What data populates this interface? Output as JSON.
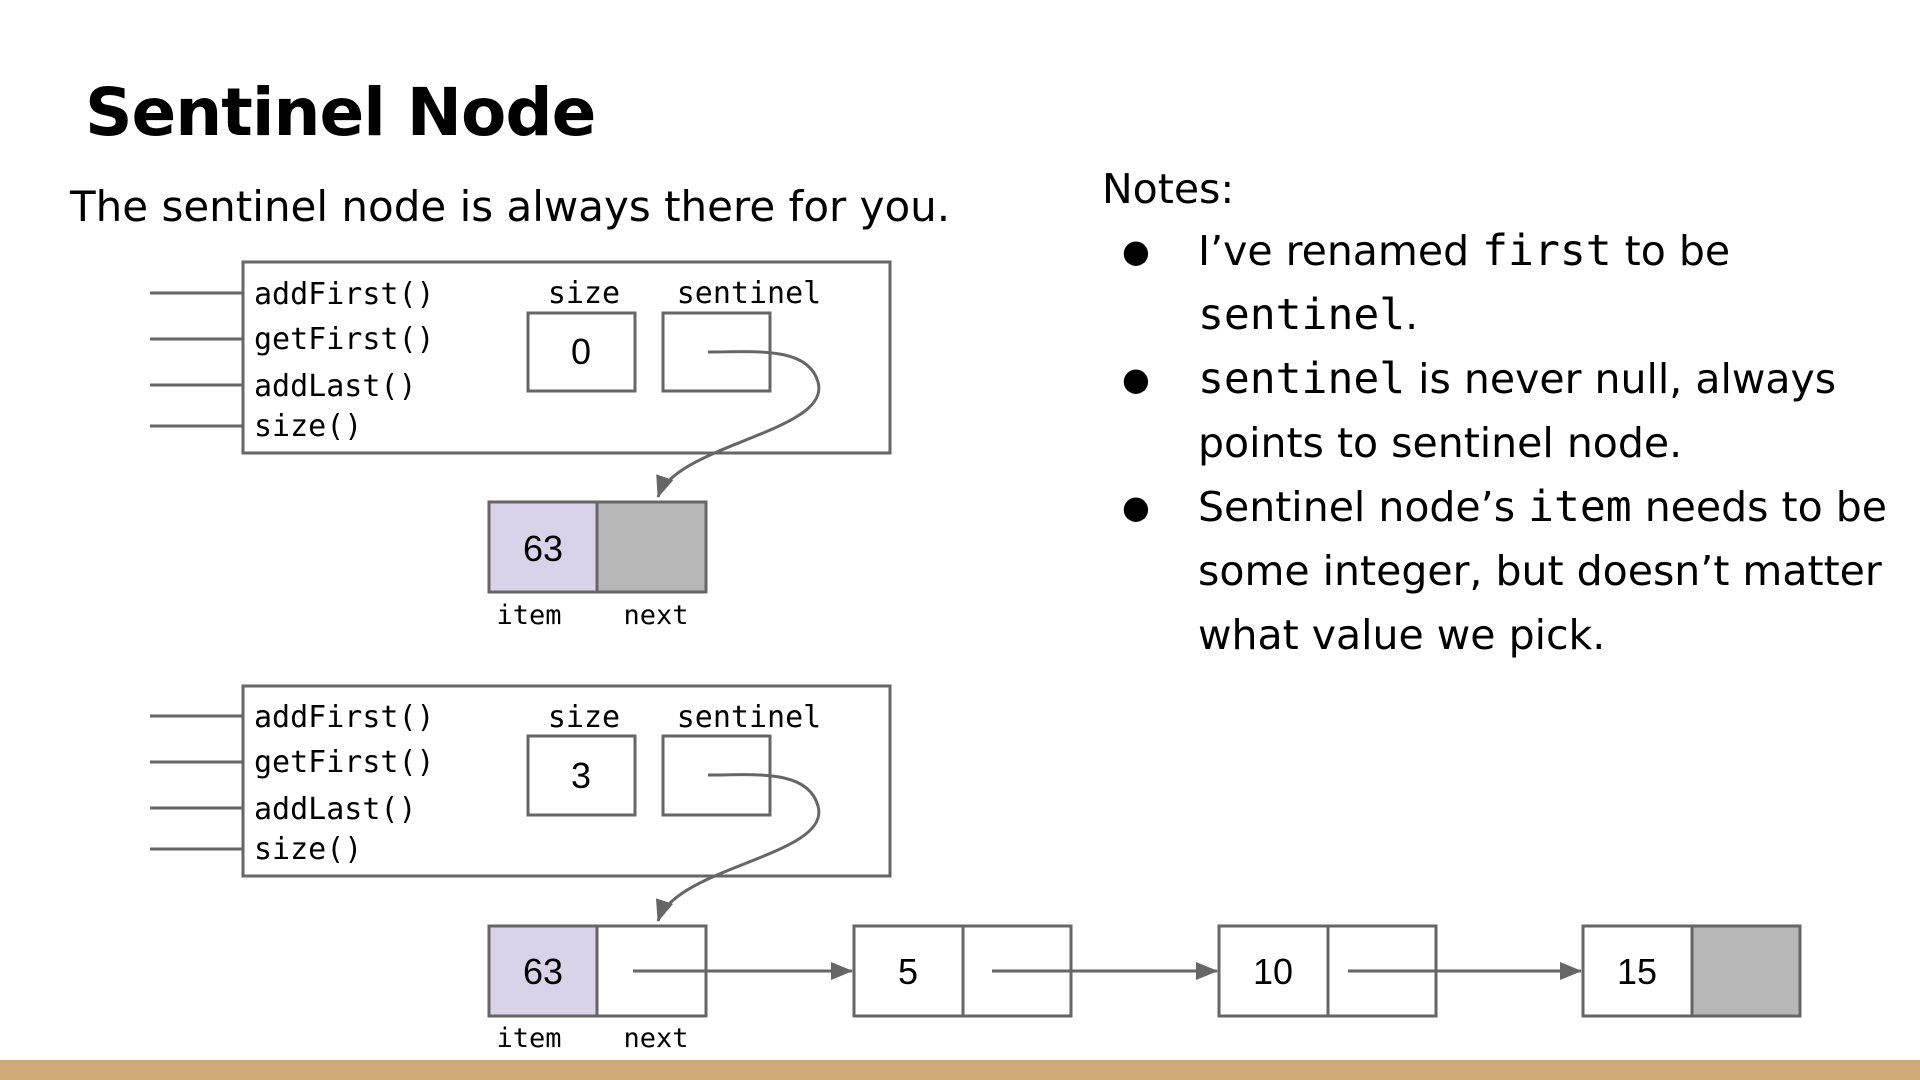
{
  "slide": {
    "title": "Sentinel Node",
    "subtitle": "The sentinel node is always there for you."
  },
  "notes": {
    "heading": "Notes:",
    "bullet1": {
      "text_before": "I’ve renamed ",
      "code1": "first",
      "text_mid": " to be ",
      "code2": "sentinel",
      "text_after": "."
    },
    "bullet2": {
      "code": "sentinel",
      "text_after": " is never null, always points to sentinel node."
    },
    "bullet3": {
      "text_before": "Sentinel node’s ",
      "code": "item",
      "text_after": " needs to be some integer, but doesn’t matter what value we pick."
    }
  },
  "diagram_top": {
    "methods": [
      "addFirst()",
      "getFirst()",
      "addLast()",
      "size()"
    ],
    "size_label": "size",
    "sentinel_label": "sentinel",
    "size_value": "0",
    "node": {
      "item": "63",
      "item_label": "item",
      "next_label": "next"
    }
  },
  "diagram_bottom": {
    "methods": [
      "addFirst()",
      "getFirst()",
      "addLast()",
      "size()"
    ],
    "size_label": "size",
    "sentinel_label": "sentinel",
    "size_value": "3",
    "nodes": [
      "63",
      "5",
      "10",
      "15"
    ],
    "item_label": "item",
    "next_label": "next"
  },
  "colors": {
    "line": "#666666",
    "sentinel_item_fill": "#d9d2e9",
    "null_fill": "#b7b7b7",
    "footer": "#cfa877"
  }
}
